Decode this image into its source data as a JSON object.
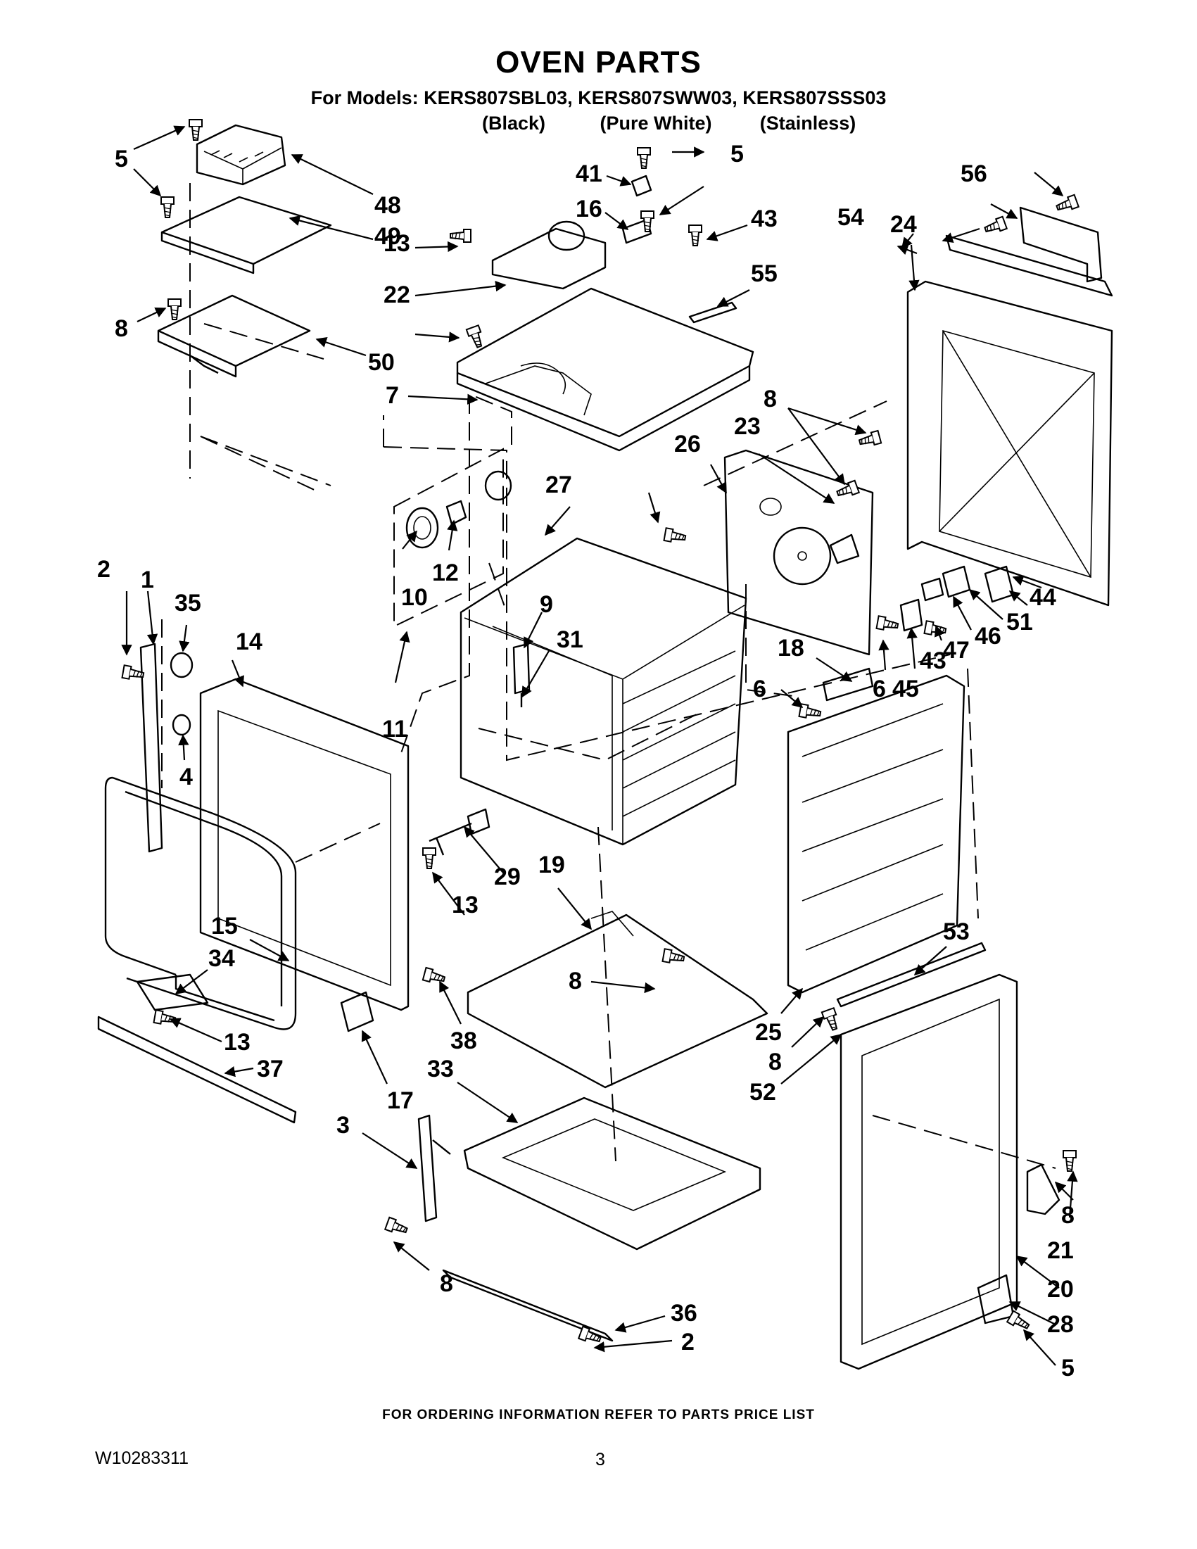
{
  "header": {
    "title": "OVEN PARTS",
    "models_line": "For Models: KERS807SBL03, KERS807SWW03, KERS807SSS03",
    "variants": [
      "(Black)",
      "(Pure White)",
      "(Stainless)"
    ]
  },
  "callouts": [
    "5",
    "48",
    "49",
    "8",
    "50",
    "13",
    "22",
    "41",
    "16",
    "7",
    "55",
    "43",
    "5",
    "24",
    "54",
    "56",
    "2",
    "1",
    "35",
    "14",
    "4",
    "15",
    "34",
    "13",
    "37",
    "17",
    "38",
    "10",
    "12",
    "11",
    "27",
    "9",
    "31",
    "29",
    "13",
    "19",
    "8",
    "33",
    "3",
    "8",
    "36",
    "2",
    "26",
    "23",
    "8",
    "18",
    "6",
    "6",
    "45",
    "43",
    "47",
    "46",
    "51",
    "44",
    "25",
    "8",
    "52",
    "53",
    "21",
    "20",
    "28",
    "5",
    "8"
  ],
  "footer": {
    "ordering_note": "FOR ORDERING INFORMATION REFER TO PARTS PRICE LIST",
    "doc_number": "W10283311",
    "page_number": "3"
  }
}
